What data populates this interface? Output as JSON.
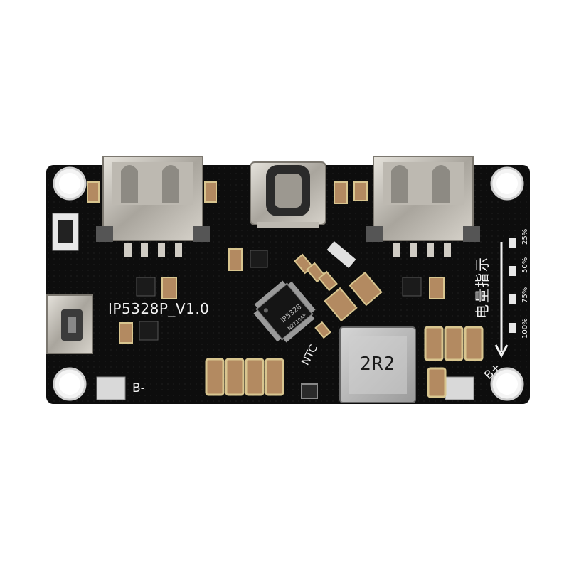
{
  "board": {
    "model_label": "IP5328P_V1.0",
    "b_minus_label": "B-",
    "b_plus_label": "B+",
    "ntc_label": "NTC",
    "battery_indicator_label": "电量指示",
    "level_labels": [
      "100%",
      "75%",
      "50%",
      "25%"
    ],
    "chip_marking": "IP5328",
    "chip_marking_sub": "N2710AP",
    "inductor_marking": "2R2"
  },
  "colors": {
    "background": "#ffffff",
    "pcb": "#0d0d0d",
    "silkscreen": "#f2f2f2",
    "metal": "#c8c4bc",
    "inductor": "#b9b9b9",
    "pad_gold": "#d8c58f"
  }
}
